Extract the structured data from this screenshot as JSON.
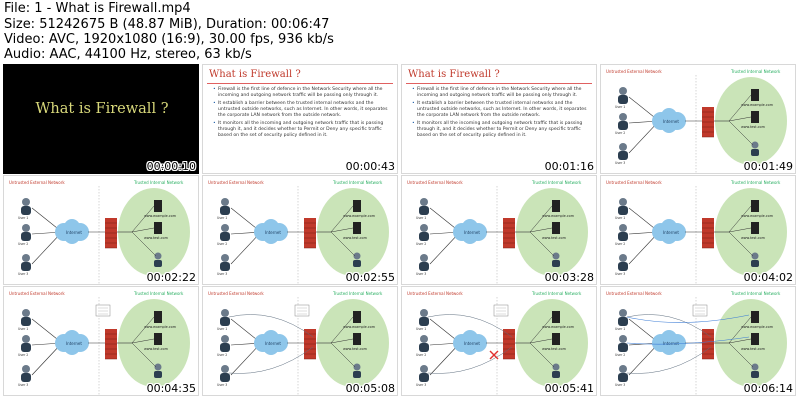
{
  "info": {
    "file_line": "File: 1 - What is Firewall.mp4",
    "size_line": "Size: 51242675 B (48.87 MiB), Duration: 00:06:47",
    "video_line": "Video: AVC, 1920x1080 (16:9), 30.00 fps, 936 kb/s",
    "audio_line": "Audio: AAC, 44100 Hz, stereo, 63 kb/s"
  },
  "slides": {
    "title": "What is Firewall ?",
    "bullets": [
      "Firewall is the first line of defence in the Network Security where all the incoming and outgoing network traffic will be passing only through it.",
      "It establish a barrier between the trusted internal networks and the untrusted outside networks, such as Internet. In other words, it separates the corporate LAN network from the outside network.",
      "It monitors all the incoming and outgoing network traffic that is passing through it, and it decides whether to Permit or Deny any specific traffic based on the set of security policy defined in it."
    ]
  },
  "diagram": {
    "untrusted_label": "Untrusted External Network",
    "trusted_label": "Trusted Internal Network",
    "internet_label": "Internet",
    "user_labels": [
      "User 1",
      "User 2",
      "User 3"
    ],
    "server_labels": [
      "www.example.com",
      "www.test.com"
    ],
    "colors": {
      "cloud": "#8ec6ea",
      "firewall": "#c0392b",
      "trusted_zone": "#b8dba0",
      "title_red": "#c0392b"
    }
  },
  "thumbnails": [
    {
      "timestamp": "00:00:10",
      "kind": "title"
    },
    {
      "timestamp": "00:00:43",
      "kind": "text"
    },
    {
      "timestamp": "00:01:16",
      "kind": "text"
    },
    {
      "timestamp": "00:01:49",
      "kind": "diagram"
    },
    {
      "timestamp": "00:02:22",
      "kind": "diagram"
    },
    {
      "timestamp": "00:02:55",
      "kind": "diagram"
    },
    {
      "timestamp": "00:03:28",
      "kind": "diagram"
    },
    {
      "timestamp": "00:04:02",
      "kind": "diagram"
    },
    {
      "timestamp": "00:04:35",
      "kind": "diagram"
    },
    {
      "timestamp": "00:05:08",
      "kind": "diagram"
    },
    {
      "timestamp": "00:05:41",
      "kind": "diagram"
    },
    {
      "timestamp": "00:06:14",
      "kind": "diagram"
    }
  ]
}
